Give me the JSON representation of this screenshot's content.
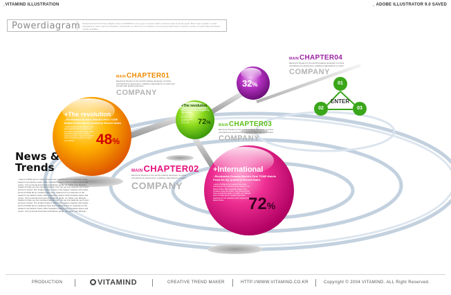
{
  "top_bar": {
    "left": "_VITAMIND ILLUSTRATION",
    "right": "_ ADOBE ILLUSTRATOR 9.0 SAVED"
  },
  "header": {
    "title": "Powerdiagram",
    "description": "Newly launched ICF Power diagram Sets of VitaMIND for every type of project which is sized enough to simple graph. Base Type of graph, is used separately for return with the illustration, presentation or other form of material. It can be generated either to specify concept or output state processed module available."
  },
  "colors": {
    "orange": "#f08a00",
    "green": "#5bbf17",
    "purple": "#9a1fa3",
    "pink": "#e4127f",
    "enter_green": "#3aa61a",
    "ellipse": "#b7c8d8"
  },
  "chapters": [
    {
      "main": "MAIN",
      "title": "CHAPTER01",
      "description": "Electronic Dreams is the world's leading developer of online entertainment experiences, enabling organizations to reach and interact with global audiences.",
      "company": "COMPANY",
      "color": "#f08a00"
    },
    {
      "main": "MAIN",
      "title": "CHAPTER02",
      "description": "Electronic Dreams is the world's leading developer of online entertainment experiences, enabling organizations to reach.",
      "company": "COMPANY",
      "color": "#e4127f"
    },
    {
      "main": "MAIN",
      "title": "CHAPTER03",
      "description": "Electronic Dreams is the world's leading developer of online entertainment experiences, enabling organizations to reach.",
      "company": "COMPANY",
      "color": "#5bbf17"
    },
    {
      "main": "MAIN",
      "title": "CHAPTER04",
      "description": "Electronic Dreams is the world's leading developer of online entertainment experiences, enabling organizations to reach.",
      "company": "COMPANY",
      "color": "#9a1fa3"
    }
  ],
  "orbs": {
    "orange": {
      "heading": "+The revolution",
      "subtitle": "- Electronics Dreams World's First TONE Mobile Posts Its 3Q Quarterly Record Sales",
      "body": "- Here's 8 What all our resident have been watching for? It's selection of the season's top fashion looks, 300+ beautiful images of the trendiest styles and colors. Your personal look book and fashion guide, no matter your lifestyle.",
      "value": "48",
      "unit": "%"
    },
    "green": {
      "heading": "+The revolution",
      "subtitle": "- Electronics Dreams World's First TONE Mobile Posts Its 3Q Quarterly Record Sales",
      "body": "- Here's 8 What all our resident have been watching for? It's selection of the season's top fashion looks.",
      "value": "72",
      "unit": "%"
    },
    "purple": {
      "value": "32",
      "unit": "%"
    },
    "pink": {
      "heading": "+International",
      "subtitle": "- Electronics Dreams World's First TONE Mobile Posts Its 3Q Quarterly Record Sales",
      "body": "- Here's 8 What all our resident have been watching for? It's selection of the season's top fashion looks, 300+ beautiful images of the trendiest styles and colors. Your personal look book and fashion guide, no matter your lifestyle. Here's 8 What all our resident have been watching for? It's selection of the season's top fashion looks.",
      "value": "72",
      "unit": "%"
    }
  },
  "news": {
    "title_line1": "News &",
    "title_line2": "Trends",
    "body": "- Here's 8 What all our resident have been watching for? It's selection of the season's top fashion looks, 300+ beautiful images of the trendiest styles and colors. Your personal look book and fashion guide, no matter your lifestyle. - Fashion brings you the trendiest fashion from the top international men's and women's shows. The Instant Guide to stay in the season weather with styles. - Here's 8 What all our resident have been waiting for? It's selection of the season's top fashion looks, 300+ beautiful images of the trendiest styles and colors. Your personal look book and fashion guide, no matter your lifestyle. - Fashion brings you the trendiest fashion from the top international men's and women's shows. The Instant Guide to stay in the season weather with styles. - Here's 8 What all our residents have been watching for? It's selection of the season's top fashion looks, 300+ beautiful images of the trendiest styles and colors. Your personal look book and fashion guide, no matter your lifestyle."
  },
  "cycle": {
    "center_label": "ENTER",
    "nodes": [
      "01",
      "02",
      "03"
    ]
  },
  "footer": {
    "production": "PRODUCTION",
    "brand": "VITAMIND",
    "tagline": "CREATIVE TREND MAKER",
    "url": "HTTP://WWW.VITAMIND.CO.KR",
    "copyright": "Copyright © 2004 VITAMIND. ALL Right Reserved."
  }
}
